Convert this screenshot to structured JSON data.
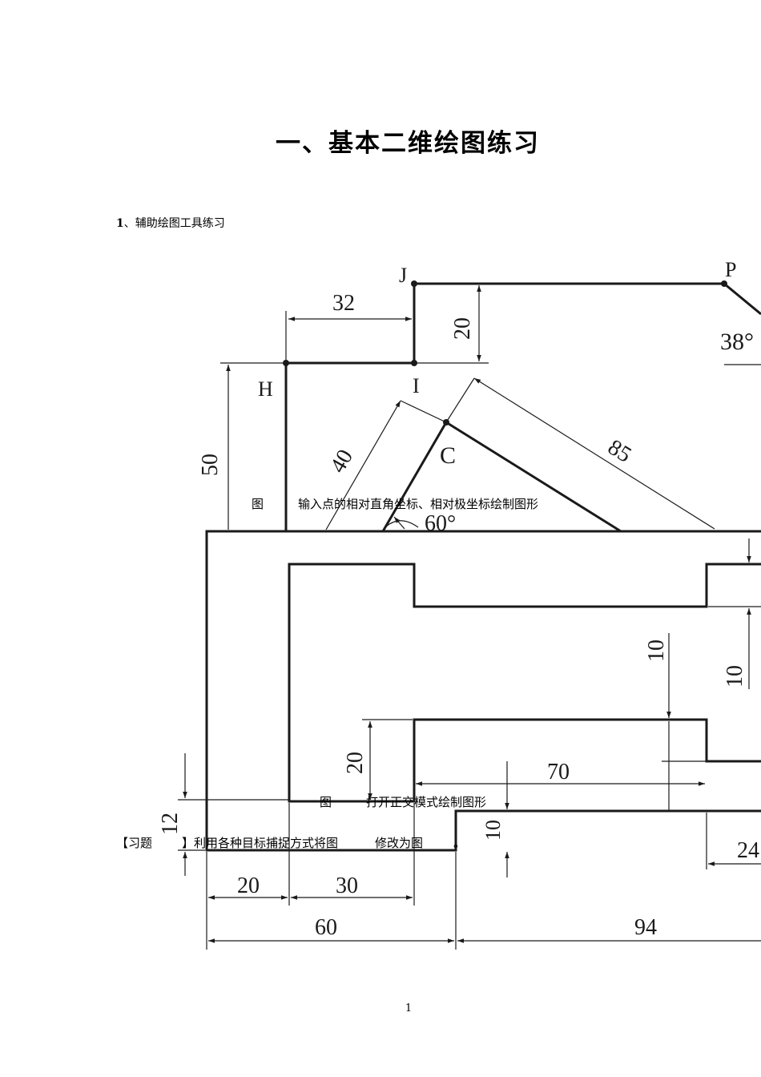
{
  "document": {
    "title": "一、基本二维绘图练习",
    "section_number": "1",
    "section_sep": "、",
    "section_title": "辅助绘图工具练习",
    "caption1_prefix": "图",
    "caption1_text": "输入点的相对直角坐标、相对极坐标绘制图形",
    "caption2_prefix": "图",
    "caption2_text": "打开正交模式绘制图形",
    "exercise_open": "【习题",
    "exercise_close": "】利用各种目标捕捉方式将图",
    "exercise_mid": "修改为图",
    "exercise_end": "。",
    "page_number": "1"
  },
  "figure1": {
    "point_labels": [
      "J",
      "P",
      "H",
      "I",
      "C"
    ],
    "dimensions": [
      "32",
      "20",
      "38°",
      "50",
      "40",
      "85",
      "60°"
    ]
  },
  "figure2": {
    "dimensions": [
      "10",
      "10",
      "20",
      "70",
      "12",
      "10",
      "24",
      "20",
      "30",
      "60",
      "94"
    ]
  }
}
